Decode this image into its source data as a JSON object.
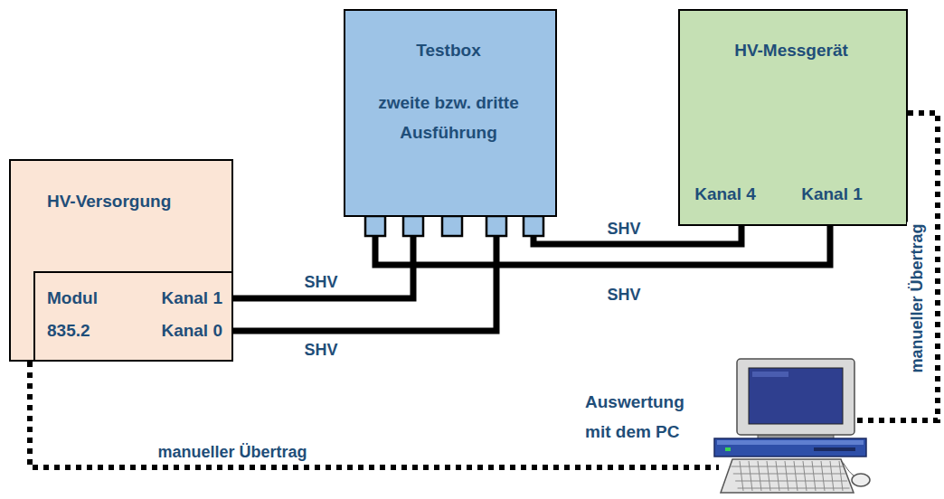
{
  "diagram": {
    "nodes": [
      {
        "text": [
          "HV-Versorgung"
        ]
      },
      {
        "text": [
          "Modul 835.2",
          "Kanal 1",
          "Kanal 0"
        ],
        "in": 0
      },
      {
        "text": [
          "Testbox",
          "zweite bzw. dritte Ausführung"
        ]
      },
      {
        "text": [
          "HV-Messgerät",
          "Kanal 4",
          "Kanal 1"
        ]
      },
      {
        "text": [
          "Auswertung mit dem PC"
        ]
      }
    ],
    "edges": [
      {
        "from": 1,
        "to": 2,
        "label": "SHV",
        "arrow": "none"
      },
      {
        "from": 1,
        "to": 2,
        "label": "SHV",
        "arrow": "none"
      },
      {
        "from": 2,
        "to": 3,
        "label": "SHV",
        "arrow": "none"
      },
      {
        "from": 2,
        "to": 3,
        "label": "SHV",
        "arrow": "none"
      },
      {
        "from": 0,
        "to": 4,
        "label": "manueller Übertrag",
        "arrow": "none"
      },
      {
        "from": 3,
        "to": 4,
        "label": "manueller Übertrag",
        "arrow": "none"
      }
    ]
  }
}
